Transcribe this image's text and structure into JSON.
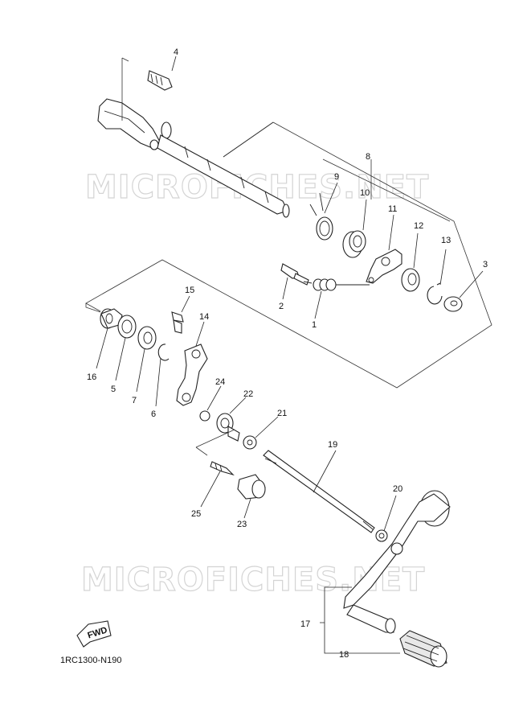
{
  "diagram": {
    "watermark_text": "MICROFICHES.NET",
    "fwd_label": "FWD",
    "diagram_code": "1RC1300-N190",
    "callouts": [
      {
        "id": "c1",
        "text": "1"
      },
      {
        "id": "c2",
        "text": "2"
      },
      {
        "id": "c3",
        "text": "3"
      },
      {
        "id": "c4",
        "text": "4"
      },
      {
        "id": "c5",
        "text": "5"
      },
      {
        "id": "c6",
        "text": "6"
      },
      {
        "id": "c7",
        "text": "7"
      },
      {
        "id": "c8",
        "text": "8"
      },
      {
        "id": "c9",
        "text": "9"
      },
      {
        "id": "c10",
        "text": "10"
      },
      {
        "id": "c11",
        "text": "11"
      },
      {
        "id": "c12",
        "text": "12"
      },
      {
        "id": "c13",
        "text": "13"
      },
      {
        "id": "c14",
        "text": "14"
      },
      {
        "id": "c15",
        "text": "15"
      },
      {
        "id": "c16",
        "text": "16"
      },
      {
        "id": "c17",
        "text": "17"
      },
      {
        "id": "c18",
        "text": "18"
      },
      {
        "id": "c19",
        "text": "19"
      },
      {
        "id": "c20",
        "text": "20"
      },
      {
        "id": "c21",
        "text": "21"
      },
      {
        "id": "c22",
        "text": "22"
      },
      {
        "id": "c23",
        "text": "23"
      },
      {
        "id": "c24",
        "text": "24"
      },
      {
        "id": "c25",
        "text": "25"
      }
    ]
  }
}
